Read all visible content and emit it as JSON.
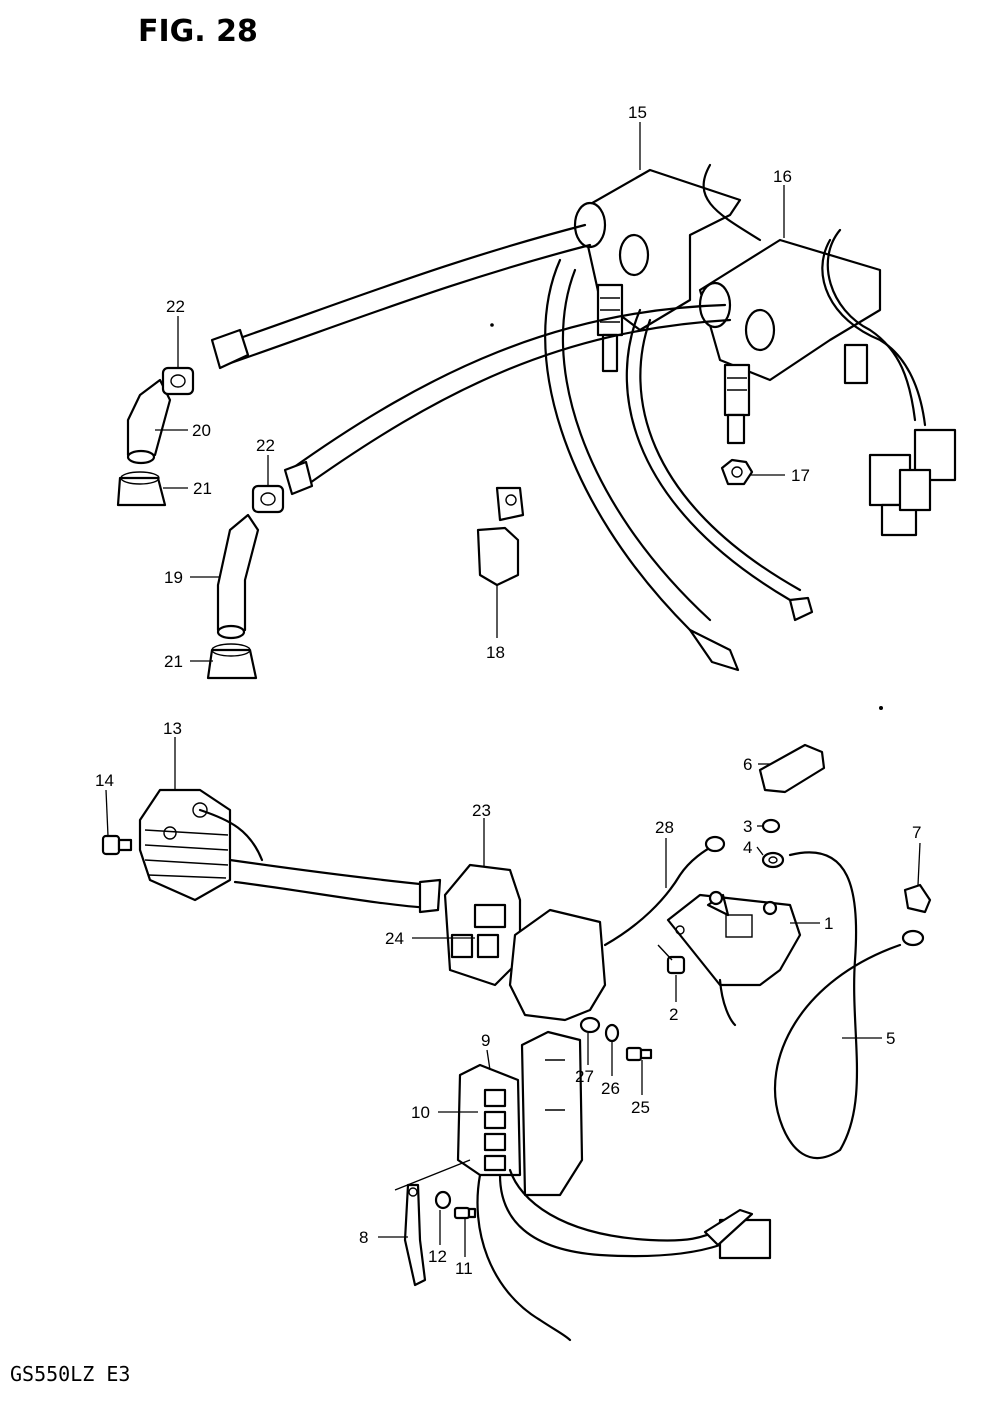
{
  "figure_title": "FIG. 28",
  "model_code": "GS550LZ E3",
  "callouts": [
    "15",
    "16",
    "22",
    "20",
    "21",
    "22",
    "19",
    "21",
    "17",
    "18",
    "13",
    "14",
    "23",
    "24",
    "28",
    "6",
    "3",
    "4",
    "7",
    "1",
    "2",
    "5",
    "9",
    "10",
    "27",
    "26",
    "25",
    "8",
    "12",
    "11"
  ]
}
